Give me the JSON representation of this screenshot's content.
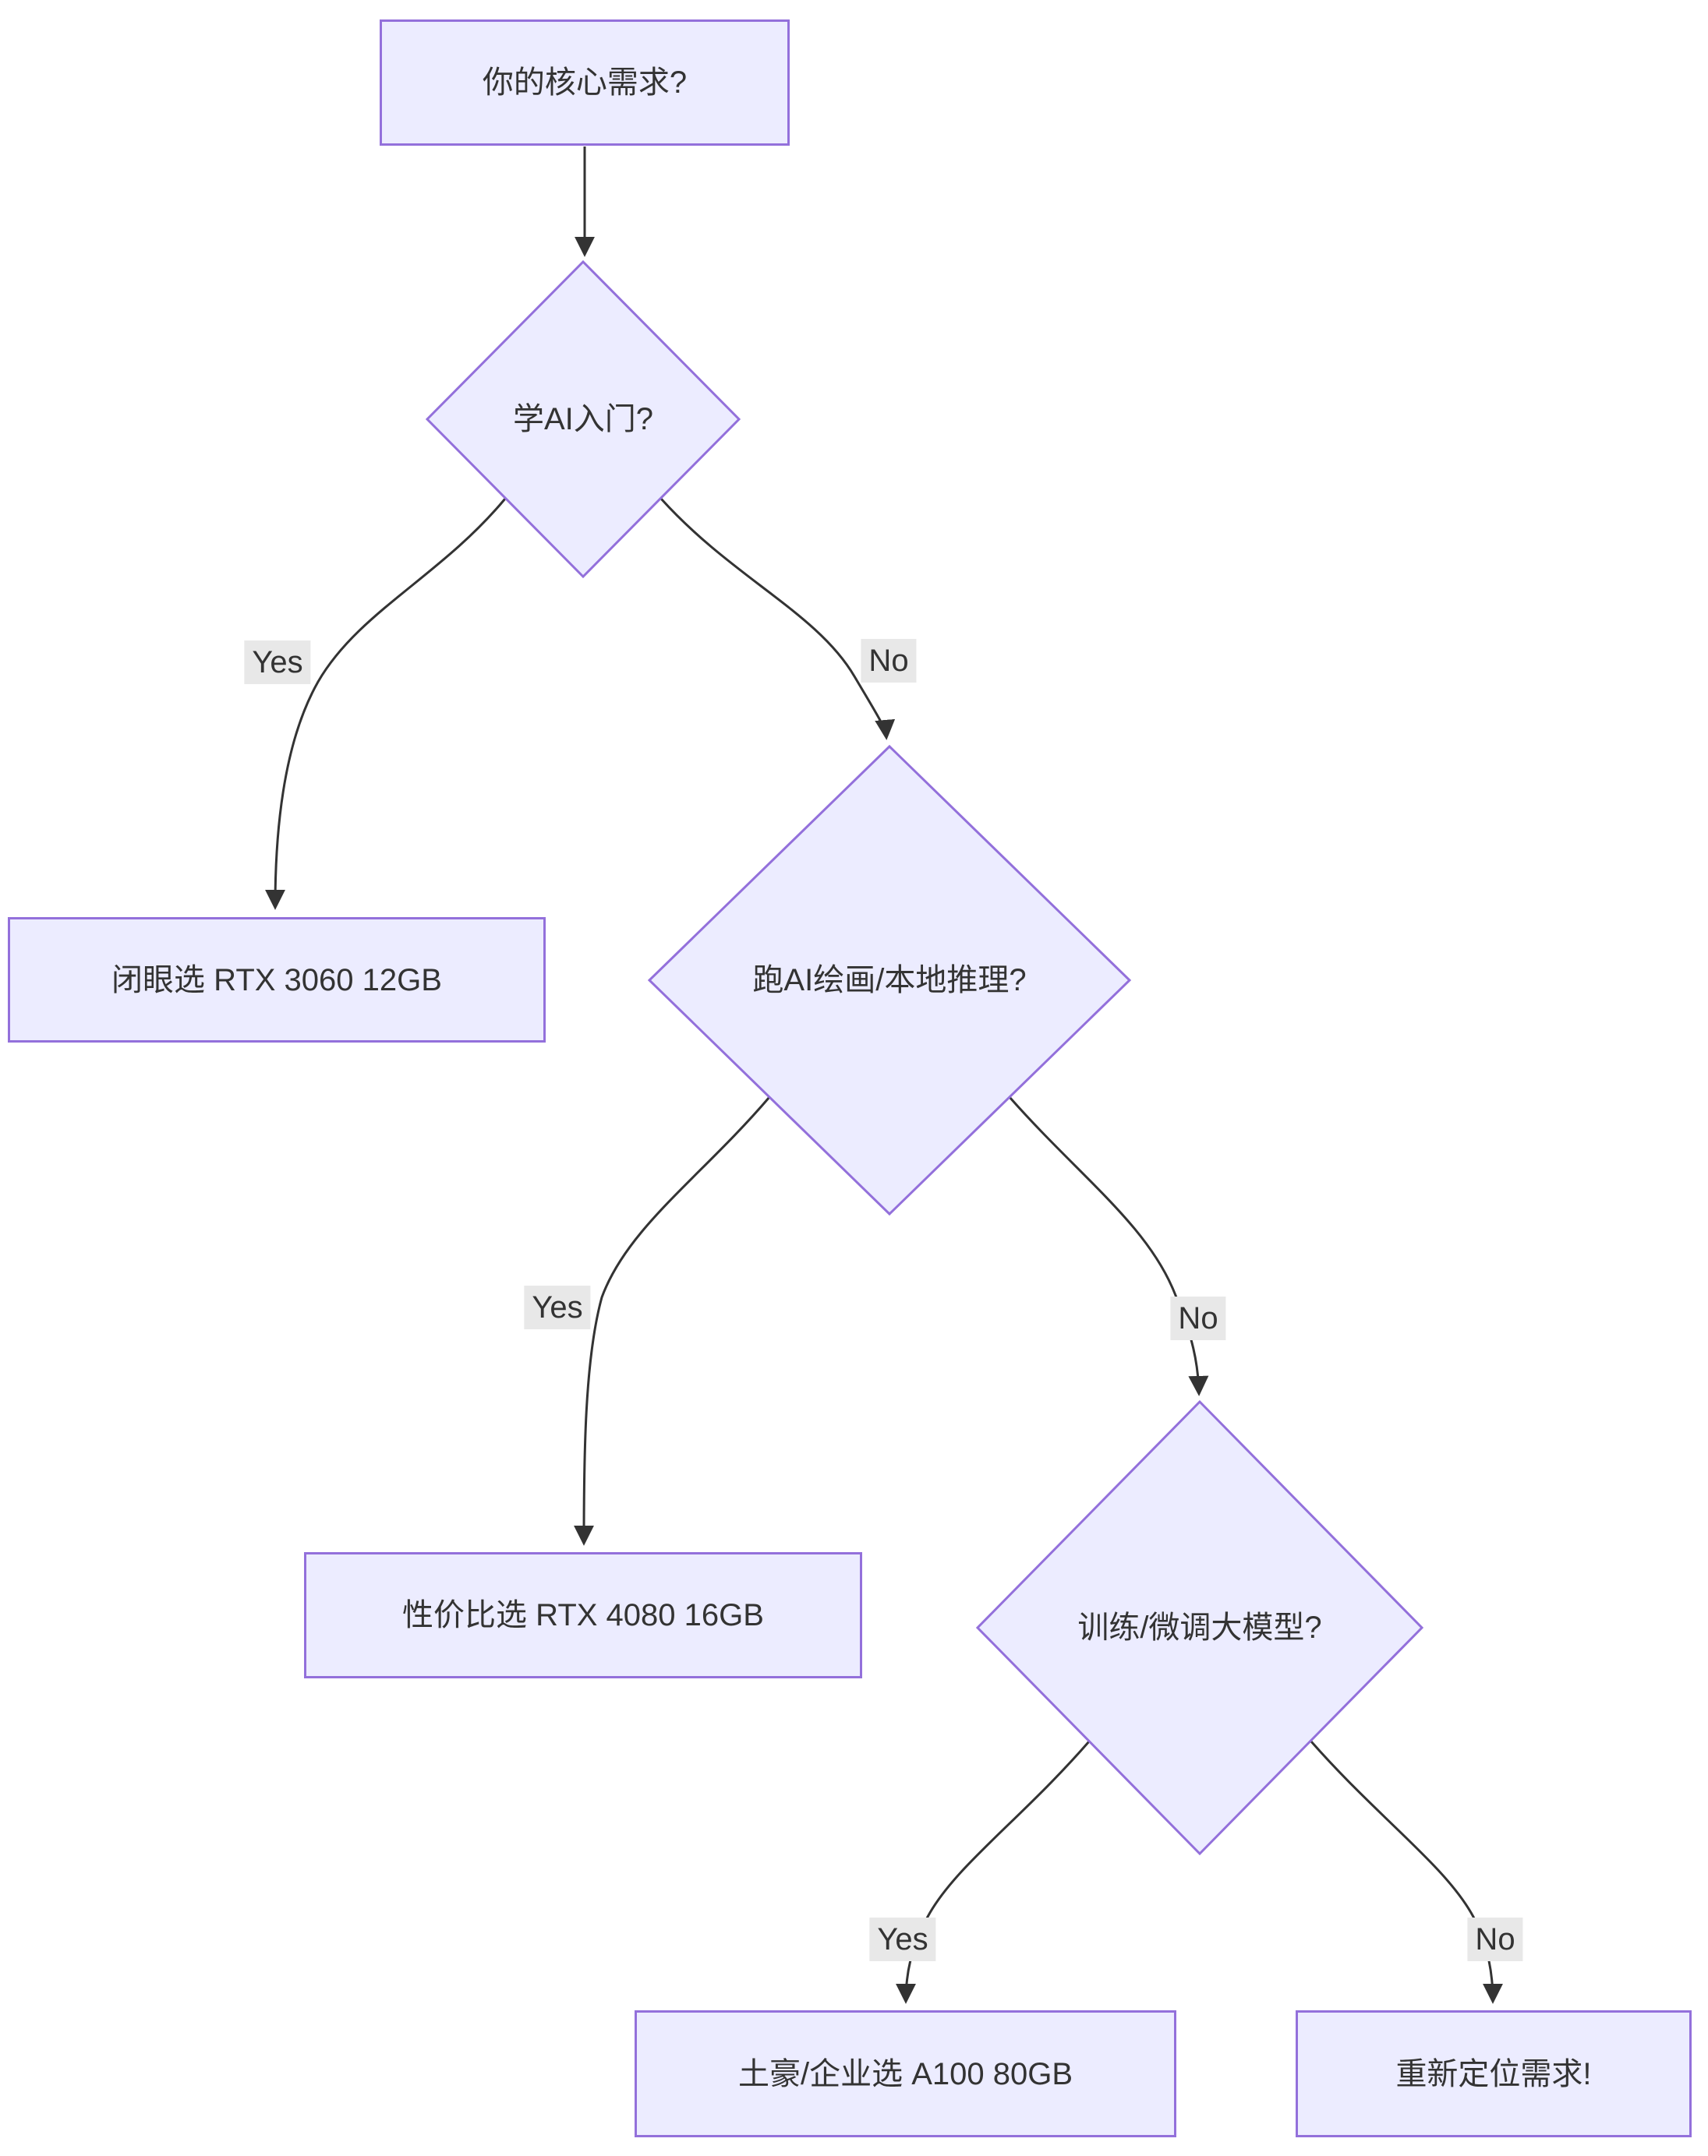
{
  "diagram": {
    "type": "flowchart",
    "direction": "top-down",
    "title_semantic": "GPU selection decision tree",
    "nodes": [
      {
        "id": "A",
        "shape": "rect",
        "label": "你的核心需求?"
      },
      {
        "id": "B",
        "shape": "diamond",
        "label": "学AI入门?"
      },
      {
        "id": "C",
        "shape": "rect",
        "label": "闭眼选 RTX 3060 12GB"
      },
      {
        "id": "D",
        "shape": "diamond",
        "label": "跑AI绘画/本地推理?"
      },
      {
        "id": "E",
        "shape": "rect",
        "label": "性价比选 RTX 4080 16GB"
      },
      {
        "id": "F",
        "shape": "diamond",
        "label": "训练/微调大模型?"
      },
      {
        "id": "G",
        "shape": "rect",
        "label": "土豪/企业选 A100 80GB"
      },
      {
        "id": "H",
        "shape": "rect",
        "label": "重新定位需求!"
      }
    ],
    "edges": [
      {
        "from": "A",
        "to": "B",
        "label": ""
      },
      {
        "from": "B",
        "to": "C",
        "label": "Yes"
      },
      {
        "from": "B",
        "to": "D",
        "label": "No"
      },
      {
        "from": "D",
        "to": "E",
        "label": "Yes"
      },
      {
        "from": "D",
        "to": "F",
        "label": "No"
      },
      {
        "from": "F",
        "to": "G",
        "label": "Yes"
      },
      {
        "from": "F",
        "to": "H",
        "label": "No"
      }
    ],
    "colors": {
      "node_fill": "#ECECFF",
      "node_border": "#9370DB",
      "edge_line": "#333333",
      "text": "#333333",
      "edge_label_bg": "#e8e8e8",
      "background": "#ffffff"
    }
  }
}
